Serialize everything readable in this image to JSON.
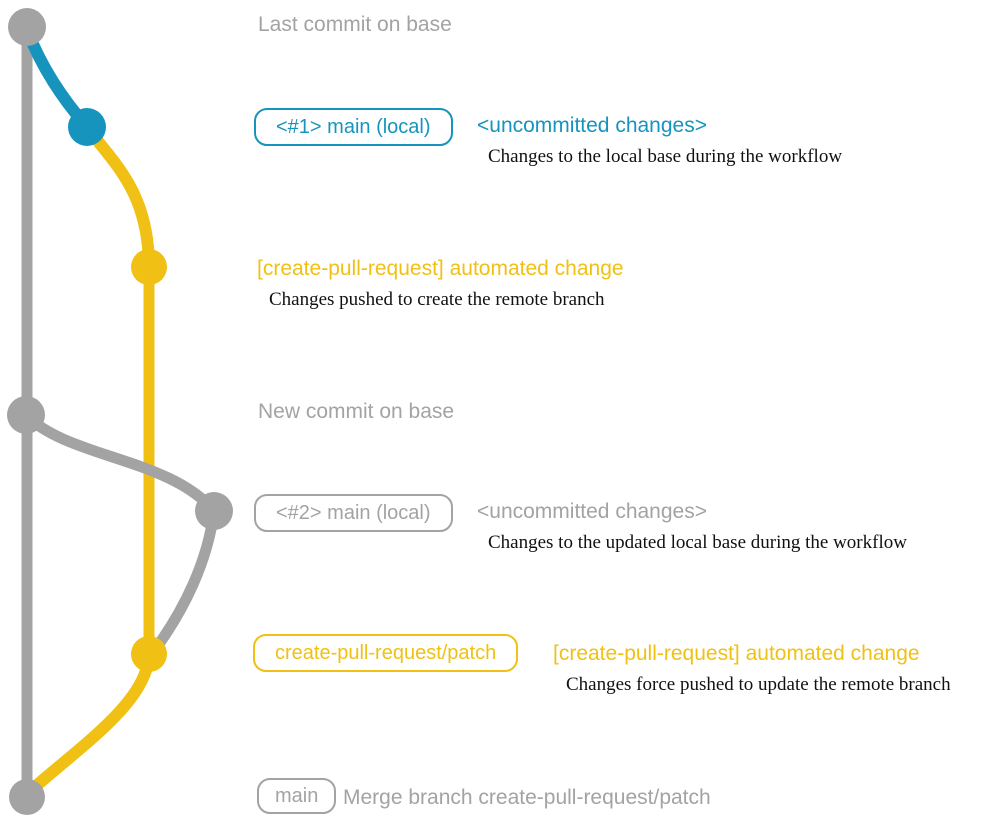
{
  "colors": {
    "gray": "#a3a3a3",
    "blue": "#1794be",
    "yellow": "#f0c114",
    "ink": "#111111"
  },
  "graph": {
    "type": "git-branch-diagram",
    "branches": [
      {
        "name": "main (base)",
        "color": "#a3a3a3"
      },
      {
        "name": "main (local) #1 uncommitted",
        "color": "#1794be"
      },
      {
        "name": "create-pull-request/patch",
        "color": "#f0c114"
      },
      {
        "name": "main (local) #2 uncommitted",
        "color": "#a3a3a3"
      }
    ],
    "commits": [
      {
        "name": "last-commit-on-base",
        "branch": "main (base)",
        "color": "#a3a3a3"
      },
      {
        "name": "uncommitted-changes-1",
        "branch": "main (local) #1 uncommitted",
        "color": "#1794be"
      },
      {
        "name": "automated-change-1",
        "branch": "create-pull-request/patch",
        "color": "#f0c114"
      },
      {
        "name": "new-commit-on-base",
        "branch": "main (base)",
        "color": "#a3a3a3"
      },
      {
        "name": "uncommitted-changes-2",
        "branch": "main (local) #2 uncommitted",
        "color": "#a3a3a3"
      },
      {
        "name": "automated-change-2",
        "branch": "create-pull-request/patch",
        "color": "#f0c114"
      },
      {
        "name": "merge-commit",
        "branch": "main (base)",
        "color": "#a3a3a3"
      }
    ]
  },
  "annotations": {
    "last_commit": {
      "label": "Last commit on base"
    },
    "main1": {
      "badge": "<#1> main (local)",
      "title": "<uncommitted changes>",
      "desc": "Changes to the local base during the workflow"
    },
    "cpr1": {
      "title": "[create-pull-request] automated change",
      "desc": "Changes pushed to create the remote branch"
    },
    "new_commit": {
      "label": "New commit on base"
    },
    "main2": {
      "badge": "<#2> main (local)",
      "title": "<uncommitted changes>",
      "desc": "Changes to the updated local base during the workflow"
    },
    "patch": {
      "badge": "create-pull-request/patch",
      "title": "[create-pull-request] automated change",
      "desc": "Changes force pushed to update the remote branch"
    },
    "merge": {
      "badge": "main",
      "title": "Merge branch create-pull-request/patch"
    }
  }
}
